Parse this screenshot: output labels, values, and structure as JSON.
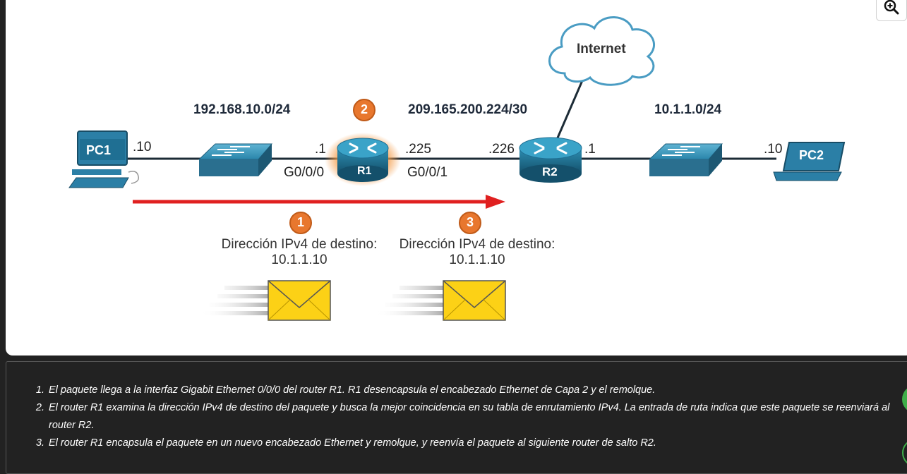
{
  "networks": {
    "lan1": "192.168.10.0/24",
    "wan": "209.165.200.224/30",
    "lan2": "10.1.1.0/24"
  },
  "cloud_label": "Internet",
  "devices": {
    "pc1": "PC1",
    "pc2": "PC2",
    "r1": "R1",
    "r2": "R2"
  },
  "interfaces": {
    "pc1_host": ".10",
    "r1_lan": ".1",
    "r1_g0": "G0/0/0",
    "r1_wan": ".225",
    "r1_g1": "G0/0/1",
    "r2_wan": ".226",
    "r2_lan": ".1",
    "pc2_host": ".10"
  },
  "steps": {
    "s1": "1",
    "s2": "2",
    "s3": "3"
  },
  "packets": [
    {
      "label": "Dirección IPv4 de destino:",
      "address": "10.1.1.10"
    },
    {
      "label": "Dirección IPv4 de destino:",
      "address": "10.1.1.10"
    }
  ],
  "notes": [
    "El paquete llega a la interfaz Gigabit Ethernet 0/0/0 del router R1. R1 desencapsula el encabezado Ethernet de Capa 2 y el remolque.",
    "El router R1 examina la dirección IPv4 de destino del paquete y busca la mejor coincidencia en su tabla de enrutamiento IPv4. La entrada de ruta indica que este paquete se reenviará al router R2.",
    "El router R1 encapsula el paquete en un nuevo encabezado Ethernet y remolque, y reenvía el paquete al siguiente router de salto R2."
  ],
  "colors": {
    "device_blue": "#1f6f93",
    "step_orange": "#e8772e",
    "arrow_red": "#e02020",
    "envelope_yellow": "#fcd116",
    "cloud_stroke": "#4a9cc3"
  },
  "icons": {
    "zoom": "zoom-in-icon"
  }
}
